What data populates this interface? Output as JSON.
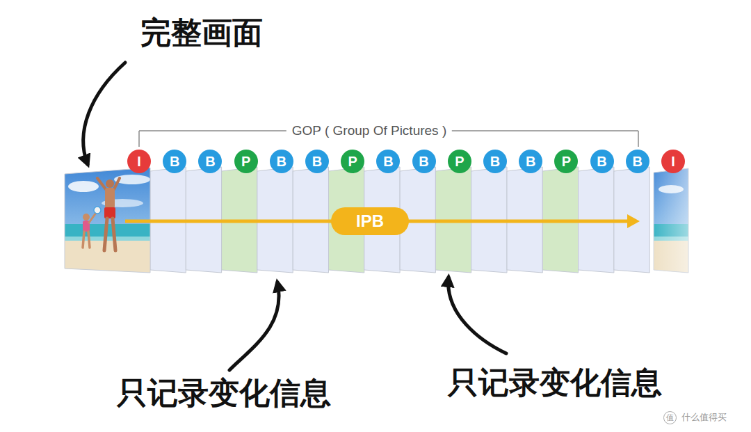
{
  "diagram": {
    "nodes": [
      {
        "text": [
          "I"
        ]
      },
      {
        "text": [
          "B"
        ]
      },
      {
        "text": [
          "B"
        ]
      },
      {
        "text": [
          "P"
        ]
      },
      {
        "text": [
          "B"
        ]
      },
      {
        "text": [
          "B"
        ]
      },
      {
        "text": [
          "P"
        ]
      },
      {
        "text": [
          "B"
        ]
      },
      {
        "text": [
          "B"
        ]
      },
      {
        "text": [
          "P"
        ]
      },
      {
        "text": [
          "B"
        ]
      },
      {
        "text": [
          "B"
        ]
      },
      {
        "text": [
          "P"
        ]
      },
      {
        "text": [
          "B"
        ]
      },
      {
        "text": [
          "B"
        ]
      },
      {
        "text": [
          "I"
        ]
      },
      {
        "text": [
          "IPB"
        ]
      },
      {
        "text": [
          "值"
        ]
      }
    ],
    "labels": [
      "完整画面",
      "GOP ( Group Of Pictures )",
      "只记录变化信息",
      "只记录变化信息",
      "什么值得买"
    ]
  }
}
